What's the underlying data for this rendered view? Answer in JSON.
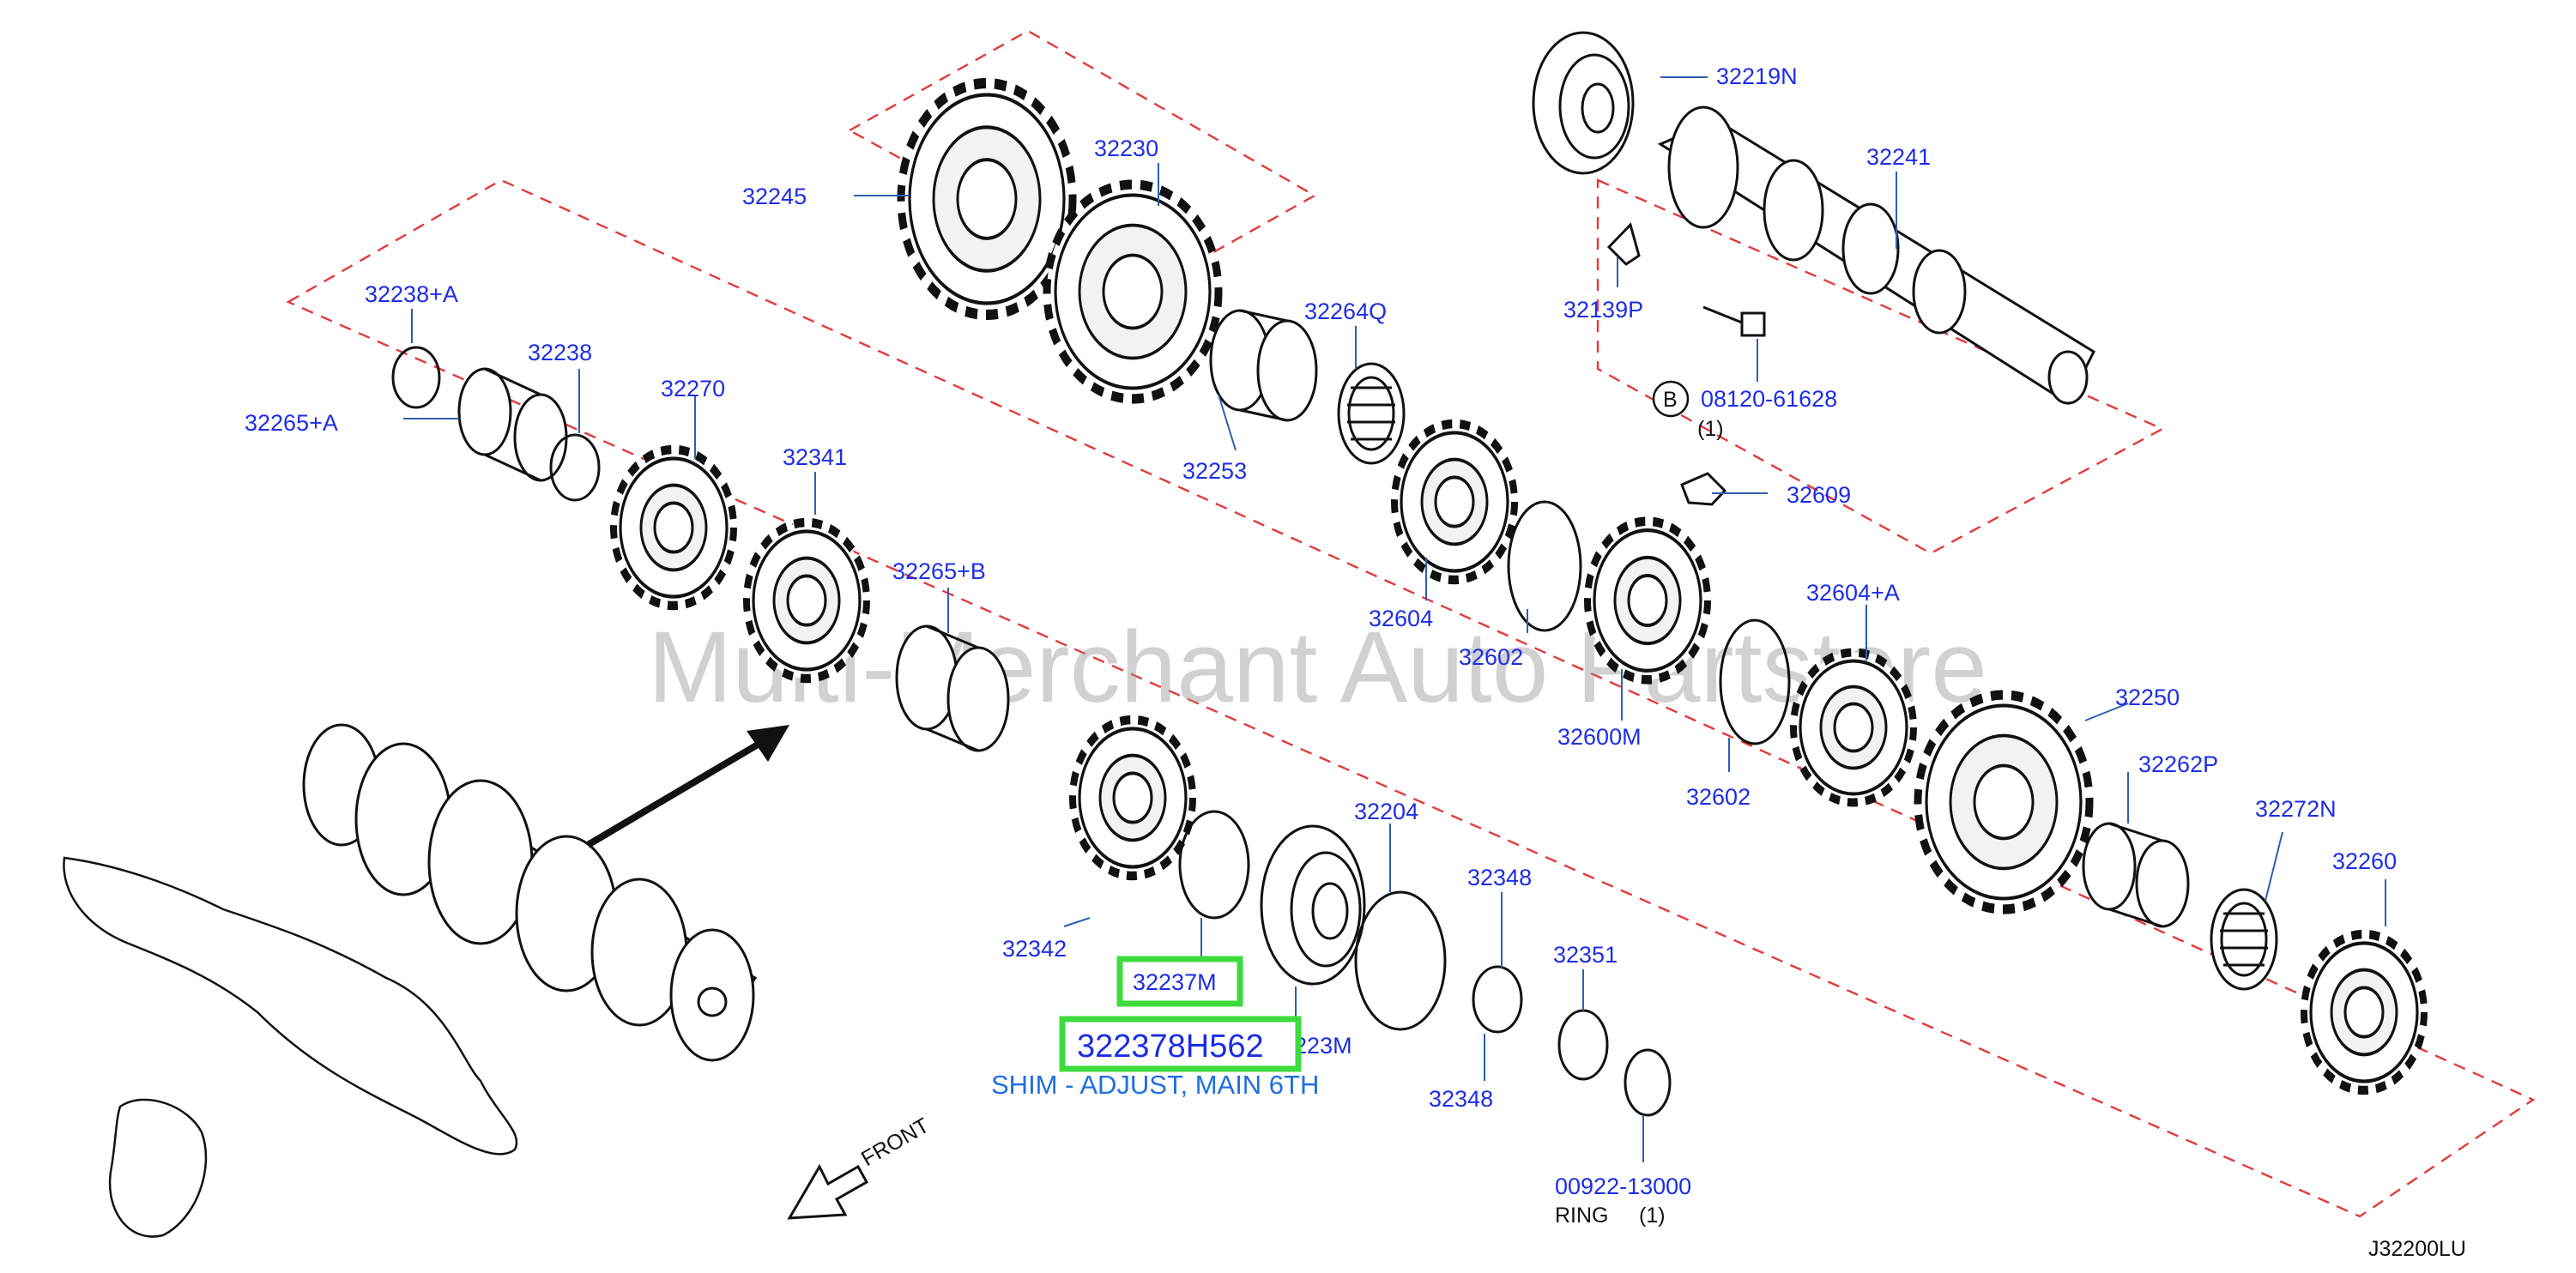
{
  "diagram": {
    "code": "J32200LU",
    "watermark": "Multi-Merchant Auto Partstore",
    "front_label": "FRONT",
    "highlight": {
      "small_box": "32237M",
      "part_number": "322378H562",
      "part_name": "SHIM - ADJUST, MAIN 6TH"
    },
    "labels": {
      "p32219N": "32219N",
      "p32241": "32241",
      "p32245": "32245",
      "p32230": "32230",
      "p32264Q": "32264Q",
      "p32139P": "32139P",
      "bolt": "08120-61628",
      "bolt_marker": "B",
      "bolt_qty": "(1)",
      "p32238A": "32238+A",
      "p32238": "32238",
      "p32270": "32270",
      "p32265A": "32265+A",
      "p32341": "32341",
      "p32253": "32253",
      "p32609": "32609",
      "p32265B": "32265+B",
      "p32604": "32604",
      "p32602a": "32602",
      "p32604A": "32604+A",
      "p32600M": "32600M",
      "p32250": "32250",
      "p32262P": "32262P",
      "p32602b": "32602",
      "p32204": "32204",
      "p32272N": "32272N",
      "p32348a": "32348",
      "p32260": "32260",
      "p32342": "32342",
      "p32351": "32351",
      "p32223M": "32223M",
      "p32348b": "32348",
      "ring_part": "00922-13000",
      "ring_name": "RING",
      "ring_qty": "(1)"
    }
  }
}
